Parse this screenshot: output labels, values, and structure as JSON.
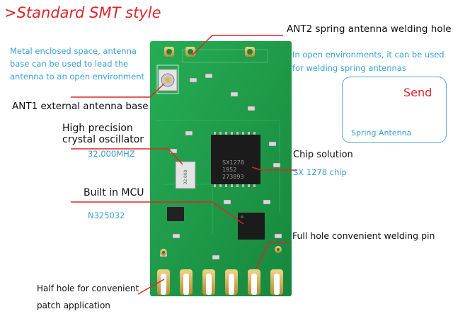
{
  "title": ">Standard SMT style",
  "labels": {
    "ant2": "ANT2 spring antenna welding hole",
    "metal_note": [
      "Metal enclosed space, antenna",
      "base can be used to lead the",
      "antenna to an open environment"
    ],
    "ant1": "ANT1 external antenna base",
    "crystal": [
      "High precision",
      "crystal oscillator"
    ],
    "crystal_freq": "32.000MHZ",
    "mcu": "Built in MCU",
    "mcu_model": "N325032",
    "open_env": [
      "In open environments, it can be used",
      "for welding spring antennas"
    ],
    "send": "Send",
    "spring_antenna": "Spring Antenna",
    "chip_solution": "Chip solution",
    "chip_model": "SX 1278 chip",
    "full_hole": "Full hole convenient welding pin",
    "half_hole": [
      "Half hole for convenient",
      "patch application"
    ]
  },
  "chip_marking": [
    "SX1278",
    "1952",
    "273893"
  ],
  "colors": {
    "title_red": "#e0252b",
    "pcb_green": "#1f9f4a",
    "callout_blue": "#3aa0d8",
    "leader_red": "#e0252b",
    "gold_pad": "#d9b45a"
  }
}
